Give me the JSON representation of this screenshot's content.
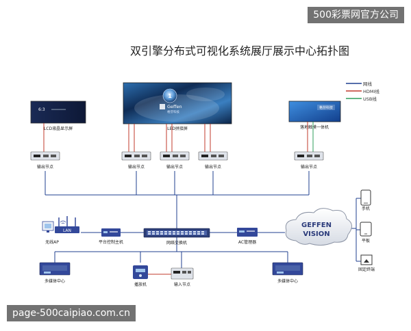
{
  "title": "双引擎分布式可视化系统展厅展示中心拓扑图",
  "watermarks": {
    "top": "500彩票网官方公司",
    "bottom": "page-500caipiao.com.cn"
  },
  "legend": [
    {
      "label": "网线",
      "color": "#1f3f8f"
    },
    {
      "label": "HDMI线",
      "color": "#c0392b"
    },
    {
      "label": "USB线",
      "color": "#2e9e5b"
    }
  ],
  "displays": {
    "lcd": "LCD液晶显示屏",
    "led": "LED拼接屏",
    "touch": "落地触摸一体机",
    "led_logo": "Geffen",
    "led_logo_sub": "格芬科技",
    "touch_logo": "格芬科技",
    "led_badge": "1"
  },
  "nodes": {
    "output": "输出节点",
    "input": "输入节点",
    "switch": "网络交换机",
    "platform": "平台控制主机",
    "ac": "AC管理器",
    "wifi": "无线AP",
    "lan": "LAN",
    "media": "多媒体中心",
    "player": "播放机"
  },
  "cloud": {
    "line1": "GEFFEN",
    "line2": "VISION"
  },
  "terminals": {
    "phone": "手机",
    "tablet": "平板",
    "fixed": "固定终端"
  }
}
